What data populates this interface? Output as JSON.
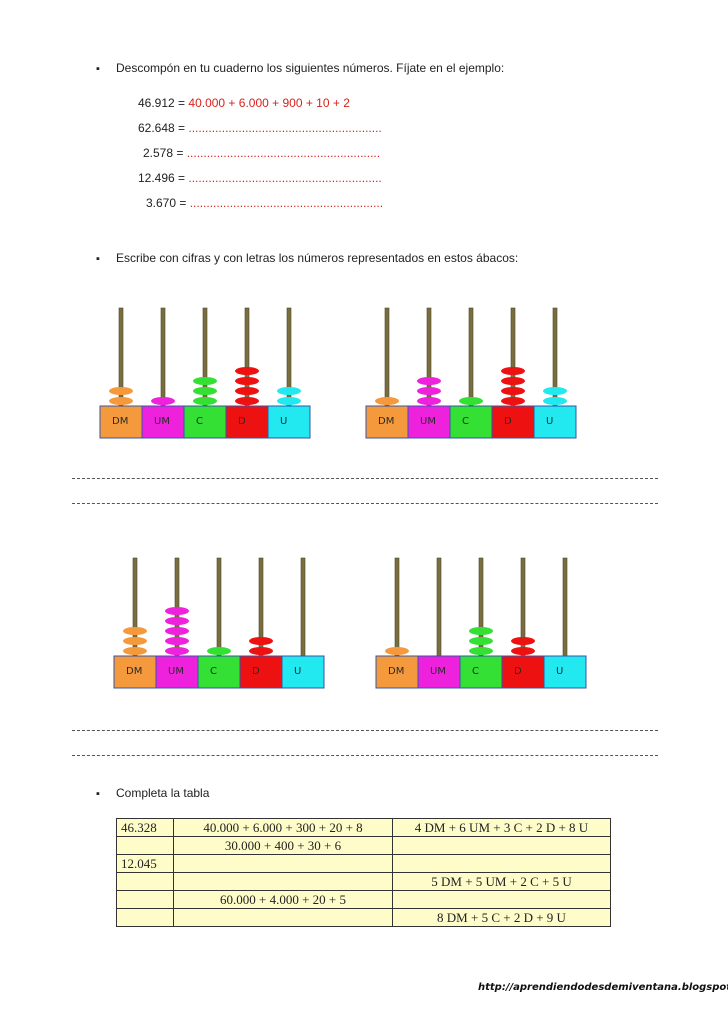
{
  "section1": {
    "instruction": "Descompón en tu cuaderno los siguientes números. Fíjate en el ejemplo:",
    "example_number": "46.912 = ",
    "example_answer": "40.000 + 6.000 + 900 + 10 + 2",
    "exercises": [
      {
        "number": "62.648 = ",
        "blank": ".........................................................."
      },
      {
        "number": "2.578 = ",
        "blank": ".........................................................."
      },
      {
        "number": "12.496 = ",
        "blank": ".........................................................."
      },
      {
        "number": "3.670 = ",
        "blank": ".........................................................."
      }
    ]
  },
  "section2": {
    "instruction": "Escribe con cifras y con letras los números representados en estos  ábacos:",
    "labels": [
      "DM",
      "UM",
      "C",
      "D",
      "U"
    ],
    "colors": {
      "DM": "#f59a3c",
      "UM": "#ee22dd",
      "C": "#33e033",
      "D": "#ee1111",
      "U": "#22e8f0",
      "rod": "#7a6e3e"
    },
    "abaci": [
      {
        "beads": [
          2,
          1,
          3,
          4,
          2
        ]
      },
      {
        "beads": [
          1,
          3,
          1,
          4,
          2
        ]
      },
      {
        "beads": [
          3,
          5,
          1,
          2,
          0
        ]
      },
      {
        "beads": [
          1,
          0,
          3,
          2,
          0
        ]
      }
    ]
  },
  "section3": {
    "instruction": "Completa la tabla",
    "rows": [
      [
        "46.328",
        "40.000 + 6.000 + 300 + 20 + 8",
        "4 DM + 6 UM + 3 C + 2 D + 8 U"
      ],
      [
        "",
        "30.000 + 400 + 30 + 6",
        ""
      ],
      [
        "12.045",
        "",
        ""
      ],
      [
        "",
        "",
        "5 DM + 5 UM + 2 C + 5 U"
      ],
      [
        "",
        "60.000 + 4.000 + 20 + 5",
        ""
      ],
      [
        "",
        "",
        "8 DM + 5 C + 2 D + 9 U"
      ]
    ]
  },
  "footer": "http://aprendiendodesdemiventana.blogspot.com/",
  "bullet_glyph": "▪"
}
